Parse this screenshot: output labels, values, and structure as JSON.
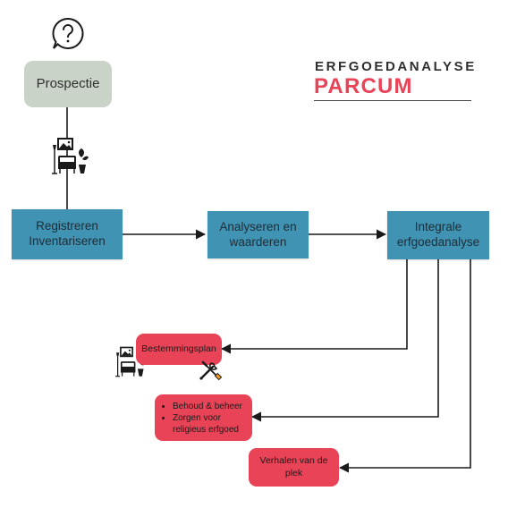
{
  "brand": {
    "top": "ERFGOEDANALYSE",
    "main": "PARCUM"
  },
  "nodes": {
    "prospectie": "Prospectie",
    "registreren": "Registreren\nInventariseren",
    "analyseren": "Analyseren en\nwaarderen",
    "integrale": "Integrale\nerfgoedanalyse",
    "bestemmingsplan": "Bestemmingsplan",
    "behoud_items": [
      "Behoud & beheer",
      "Zorgen voor religieus erfgoed"
    ],
    "verhalen": "Verhalen van de\nplek"
  },
  "icons": [
    "question-bubble-icon",
    "heritage-interior-icon",
    "tools-icon"
  ],
  "colors": {
    "grey_box": "#c9d3c7",
    "teal_box": "#4193b4",
    "red_box": "#e94357",
    "line": "#1a1a1a"
  }
}
